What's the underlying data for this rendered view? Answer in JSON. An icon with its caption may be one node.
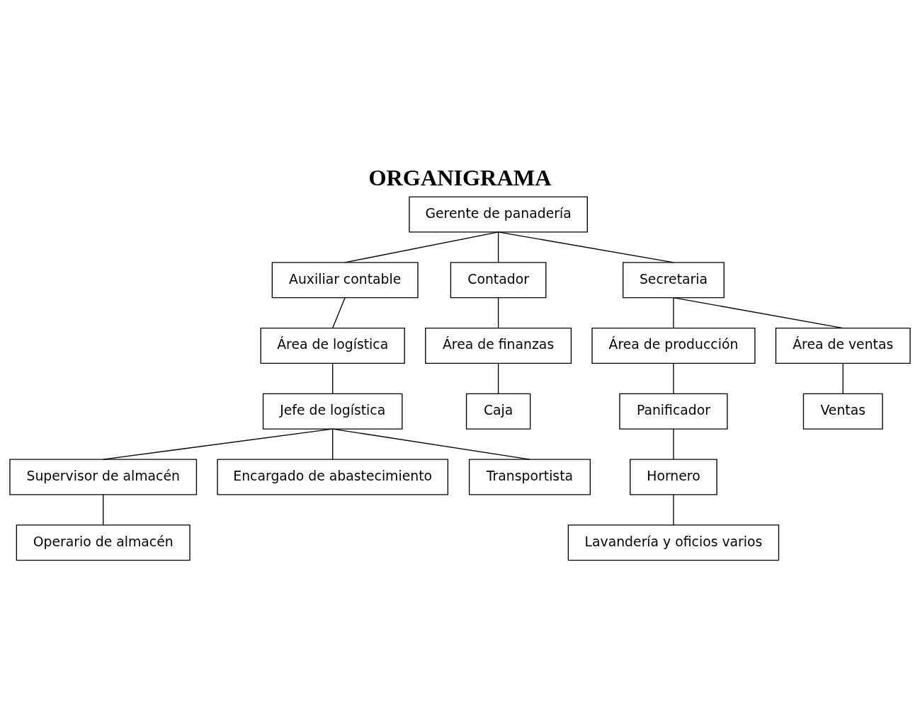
{
  "diagram": {
    "title": "ORGANIGRAMA",
    "nodes": [
      {
        "text": [
          "Gerente de panadería"
        ]
      },
      {
        "text": [
          "Auxiliar contable"
        ]
      },
      {
        "text": [
          "Contador"
        ]
      },
      {
        "text": [
          "Secretaria"
        ]
      },
      {
        "text": [
          "Área de logística"
        ]
      },
      {
        "text": [
          "Área de finanzas"
        ]
      },
      {
        "text": [
          "Área de producción"
        ]
      },
      {
        "text": [
          "Área de ventas"
        ]
      },
      {
        "text": [
          "Jefe de logística"
        ]
      },
      {
        "text": [
          "Caja"
        ]
      },
      {
        "text": [
          "Panificador"
        ]
      },
      {
        "text": [
          "Ventas"
        ]
      },
      {
        "text": [
          "Supervisor de almacén"
        ]
      },
      {
        "text": [
          "Encargado de abastecimiento"
        ]
      },
      {
        "text": [
          "Transportista"
        ]
      },
      {
        "text": [
          "Hornero"
        ]
      },
      {
        "text": [
          "Operario de almacén"
        ]
      },
      {
        "text": [
          "Lavandería y oficios varios"
        ]
      }
    ],
    "edges": [
      {
        "from": 0,
        "to": 1,
        "arrow": "none"
      },
      {
        "from": 0,
        "to": 2,
        "arrow": "none"
      },
      {
        "from": 0,
        "to": 3,
        "arrow": "none"
      },
      {
        "from": 1,
        "to": 4,
        "arrow": "none"
      },
      {
        "from": 2,
        "to": 5,
        "arrow": "none"
      },
      {
        "from": 3,
        "to": 6,
        "arrow": "none"
      },
      {
        "from": 3,
        "to": 7,
        "arrow": "none"
      },
      {
        "from": 4,
        "to": 8,
        "arrow": "none"
      },
      {
        "from": 5,
        "to": 9,
        "arrow": "none"
      },
      {
        "from": 6,
        "to": 10,
        "arrow": "none"
      },
      {
        "from": 7,
        "to": 11,
        "arrow": "none"
      },
      {
        "from": 8,
        "to": 12,
        "arrow": "none"
      },
      {
        "from": 8,
        "to": 13,
        "arrow": "none"
      },
      {
        "from": 8,
        "to": 14,
        "arrow": "none"
      },
      {
        "from": 10,
        "to": 15,
        "arrow": "none"
      },
      {
        "from": 12,
        "to": 16,
        "arrow": "none"
      },
      {
        "from": 15,
        "to": 17,
        "arrow": "none"
      }
    ]
  }
}
